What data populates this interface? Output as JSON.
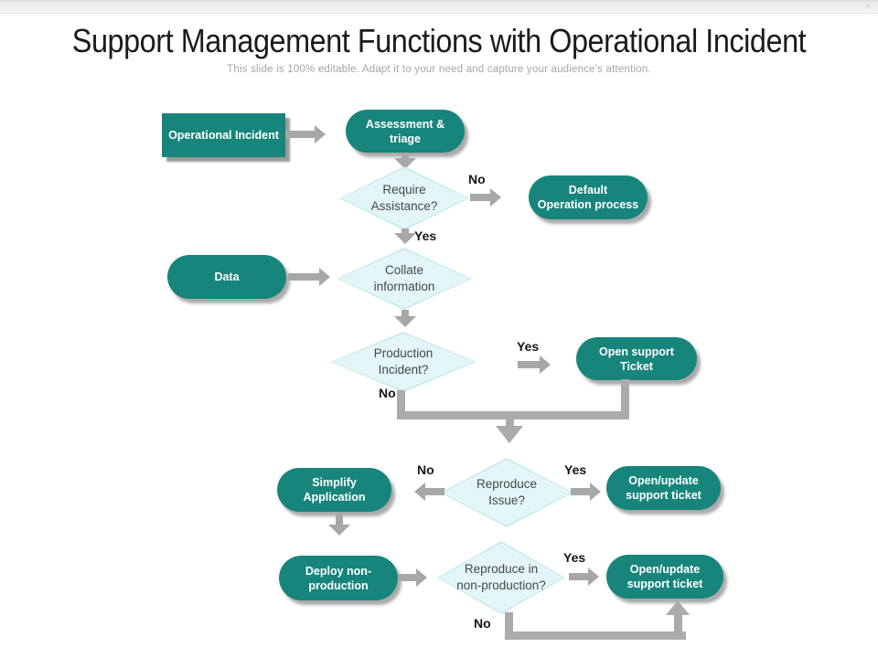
{
  "header": {
    "title": "Support Management Functions with Operational Incident",
    "subtitle": "This slide is 100% editable. Adapt it to your need and capture your audience's attention."
  },
  "icons": {
    "close": "×"
  },
  "colors": {
    "teal": "#17857B",
    "diamond_fill": "#E2F6F8",
    "diamond_border": "#C9EAED",
    "arrow_gray": "#A7A7A7",
    "conn_gray": "#ABABAB",
    "label_text": "#161616"
  },
  "nodes": {
    "operational_incident": "Operational Incident",
    "assessment": "Assessment & triage",
    "require_assistance": [
      "Require",
      "Assistance?"
    ],
    "default_process": [
      "Default",
      "Operation process"
    ],
    "data": "Data",
    "collate": [
      "Collate",
      "information"
    ],
    "production_incident": [
      "Production",
      "Incident?"
    ],
    "open_support_ticket": "Open support Ticket",
    "reproduce_issue": [
      "Reproduce",
      "Issue?"
    ],
    "simplify_application": "Simplify Application",
    "open_update_ticket_1": [
      "Open/update",
      "support ticket"
    ],
    "deploy_non_production": "Deploy non-production",
    "reproduce_non_production": [
      "Reproduce in",
      "non-production?"
    ],
    "open_update_ticket_2": [
      "Open/update",
      "support ticket"
    ]
  },
  "edge_labels": {
    "require_no": "No",
    "require_yes": "Yes",
    "production_yes": "Yes",
    "production_no": "No",
    "reproduce_no": "No",
    "reproduce_yes": "Yes",
    "nonprod_yes": "Yes",
    "nonprod_no": "No"
  }
}
